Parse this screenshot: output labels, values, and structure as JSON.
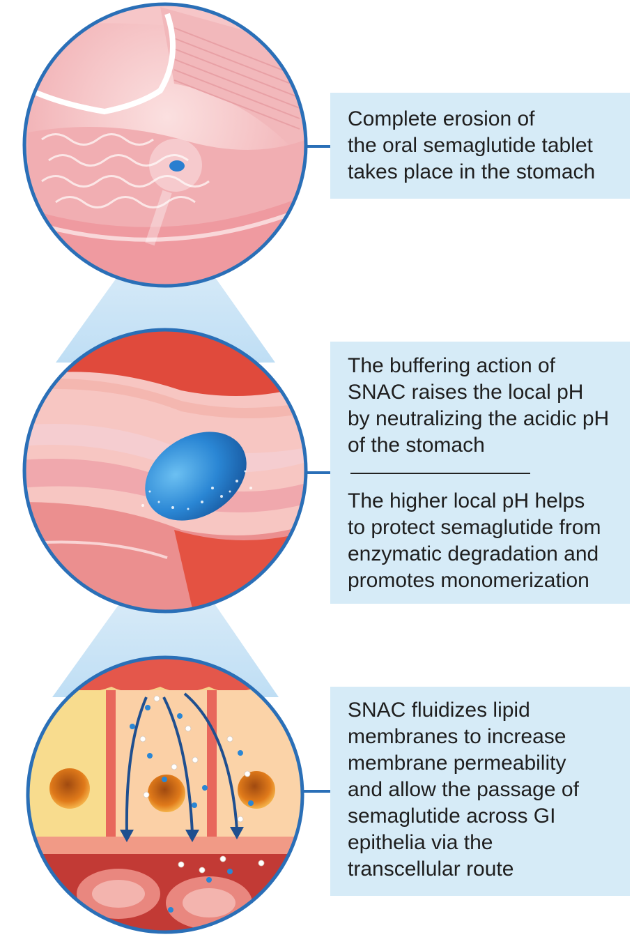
{
  "callouts": {
    "stomach": {
      "text": "Complete erosion of\nthe oral semaglutide tablet\ntakes place in the stomach"
    },
    "buffering": {
      "text_top": "The buffering action of\nSNAC raises the local pH\nby neutralizing the acidic pH\nof the stomach",
      "text_bottom": "The higher local pH helps\nto protect semaglutide from\nenzymatic degradation and\npromotes monomerization"
    },
    "permeability": {
      "text": "SNAC fluidizes lipid\nmembranes to increase\nmembrane permeability\nand allow the passage of\nsemaglutide across GI\nepithelia via the\ntranscellular route"
    }
  },
  "colors": {
    "circle_border": "#2a6fb7",
    "callout_bg": "#d6ebf7",
    "tablet_blue": "#2e86d6",
    "tissue_pink": "#f0a4a8",
    "mucosa_red": "#d9473d"
  },
  "icons": [
    "stomach-illustration",
    "tablet-illustration",
    "epithelium-illustration",
    "transport-arrow"
  ]
}
